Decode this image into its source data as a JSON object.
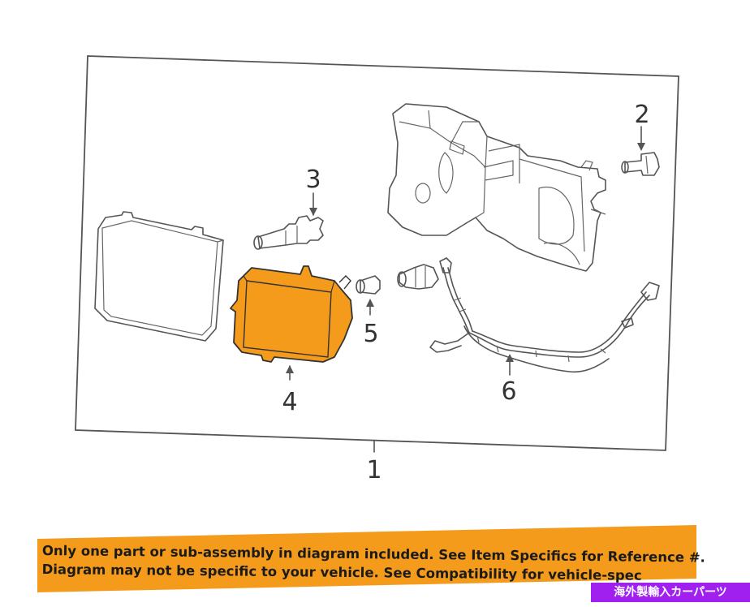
{
  "callouts": {
    "c1": "1",
    "c2": "2",
    "c3": "3",
    "c4": "4",
    "c5": "5",
    "c6": "6"
  },
  "colors": {
    "highlight_part": "#f49b1c",
    "banner": "#f49b1c",
    "badge": "#a020f0",
    "line_art": "#555555"
  },
  "banner": {
    "line1": "Only one part or sub-assembly in diagram included. See Item Specifics for Reference #.",
    "line2": "Diagram may not be specific to your vehicle. See Compatibility for vehicle-spec"
  },
  "badge": {
    "text": "海外製輸入カーパーツ"
  }
}
